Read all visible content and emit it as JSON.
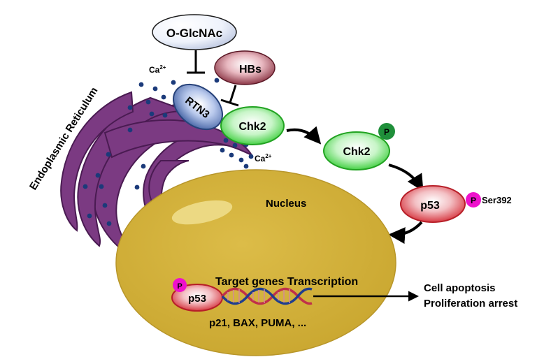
{
  "labels": {
    "o_glcnac": "O-GlcNAc",
    "hbs": "HBs",
    "rtn3": "RTN3",
    "chk2_er": "Chk2",
    "chk2_active": "Chk2",
    "p53_cyto": "p53",
    "p53_nuclear": "p53",
    "phospho_p": "P",
    "ser392": "Ser392",
    "ca": "Ca",
    "ca_sup": "2+",
    "er": "Endoplasmic Reticulum",
    "nucleus": "Nucleus",
    "target_genes": "Target genes Transcription",
    "gene_list": "p21, BAX, PUMA, ...",
    "outcome_1": "Cell apoptosis",
    "outcome_2": "Proliferation arrest"
  },
  "colors": {
    "er_fill": "#7b3a82",
    "er_stroke": "#4a1b52",
    "nucleus_fill": "#d4b23c",
    "chk2_green": "#3bd43b",
    "p53_red": "#d9303a",
    "rtn3_blue": "#3a5a9e",
    "hbs_maroon": "#7d2233",
    "phospho_green": "#1f8f3a",
    "phospho_magenta": "#ee11cc",
    "ca_dot": "#1b3a7a",
    "dna_red": "#c0304a",
    "dna_blue": "#203e8e"
  }
}
